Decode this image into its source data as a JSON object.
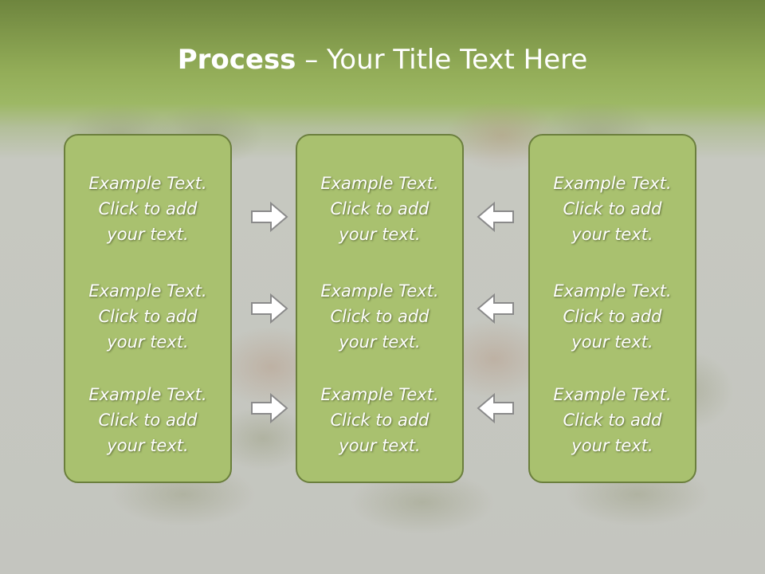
{
  "slide": {
    "title_bold": "Process",
    "title_rest": " – Your Title Text Here",
    "colors": {
      "header": "#93ad58",
      "panel": "#a9c16f",
      "panel_border": "#6b7f3d",
      "text": "#ffffff"
    }
  },
  "columns": {
    "left": [
      {
        "line1": "Example Text.",
        "line2": "Click  to add",
        "line3": "your text."
      },
      {
        "line1": "Example Text.",
        "line2": "Click  to add",
        "line3": "your text."
      },
      {
        "line1": "Example Text.",
        "line2": "Click  to add",
        "line3": "your text."
      }
    ],
    "center": [
      {
        "line1": "Example Text.",
        "line2": "Click  to add",
        "line3": "your text."
      },
      {
        "line1": "Example Text.",
        "line2": "Click  to add",
        "line3": "your text."
      },
      {
        "line1": "Example Text.",
        "line2": "Click  to add",
        "line3": "your text."
      }
    ],
    "right": [
      {
        "line1": "Example Text.",
        "line2": "Click  to add",
        "line3": "your text."
      },
      {
        "line1": "Example Text.",
        "line2": "Click  to add",
        "line3": "your text."
      },
      {
        "line1": "Example Text.",
        "line2": "Click  to add",
        "line3": "your text."
      }
    ]
  },
  "arrows": {
    "left_to_center": [
      "right-arrow-icon",
      "right-arrow-icon",
      "right-arrow-icon"
    ],
    "right_to_center": [
      "left-arrow-icon",
      "left-arrow-icon",
      "left-arrow-icon"
    ]
  }
}
